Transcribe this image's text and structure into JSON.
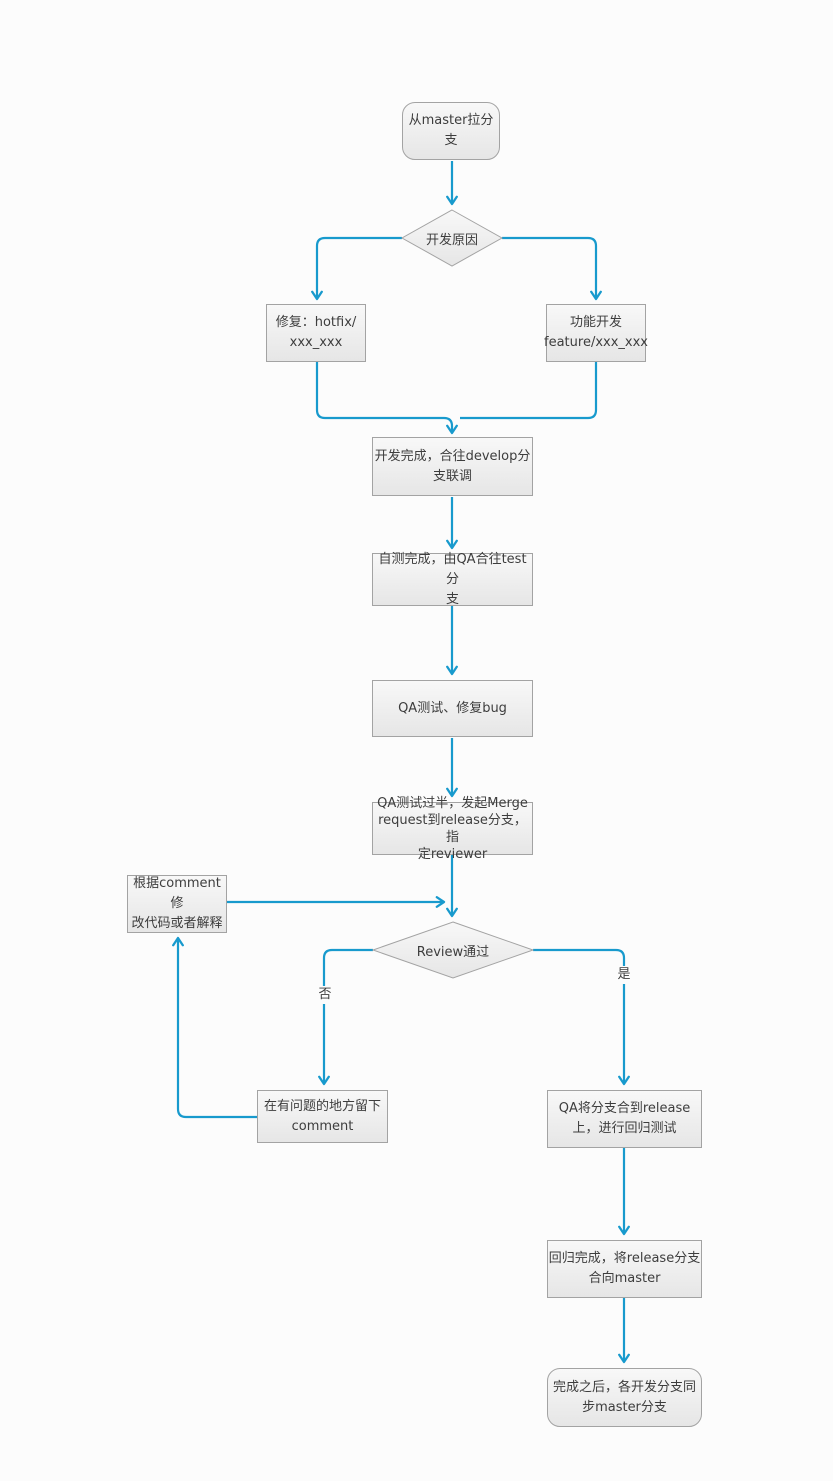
{
  "colors": {
    "connector": "#189ACD",
    "node_border": "#a3a3a3",
    "node_fill_top": "#f8f8f8",
    "node_fill_bottom": "#e6e6e6",
    "text": "#3d3d3d",
    "background": "#fcfcfc"
  },
  "nodes": {
    "start": {
      "label": "从master拉分支"
    },
    "decision_reason": {
      "label": "开发原因"
    },
    "hotfix": {
      "label": "修复：hotfix/\nxxx_xxx"
    },
    "feature": {
      "label": "功能开发\nfeature/xxx_xxx"
    },
    "develop_merge": {
      "label": "开发完成，合往develop分\n支联调"
    },
    "self_test": {
      "label": "自测完成，由QA合往test分\n支"
    },
    "qa_test": {
      "label": "QA测试、修复bug"
    },
    "merge_request": {
      "label": "QA测试过半，发起Merge\nrequest到release分支，指\n定reviewer"
    },
    "fix_by_comment": {
      "label": "根据comment修\n改代码或者解释"
    },
    "decision_review": {
      "label": "Review通过"
    },
    "leave_comment": {
      "label": "在有问题的地方留下\ncomment"
    },
    "qa_release_merge": {
      "label": "QA将分支合到release\n上，进行回归测试"
    },
    "regression_done": {
      "label": "回归完成，将release分支\n合向master"
    },
    "sync_master": {
      "label": "完成之后，各开发分支同\n步master分支"
    }
  },
  "edge_labels": {
    "no": "否",
    "yes": "是"
  }
}
